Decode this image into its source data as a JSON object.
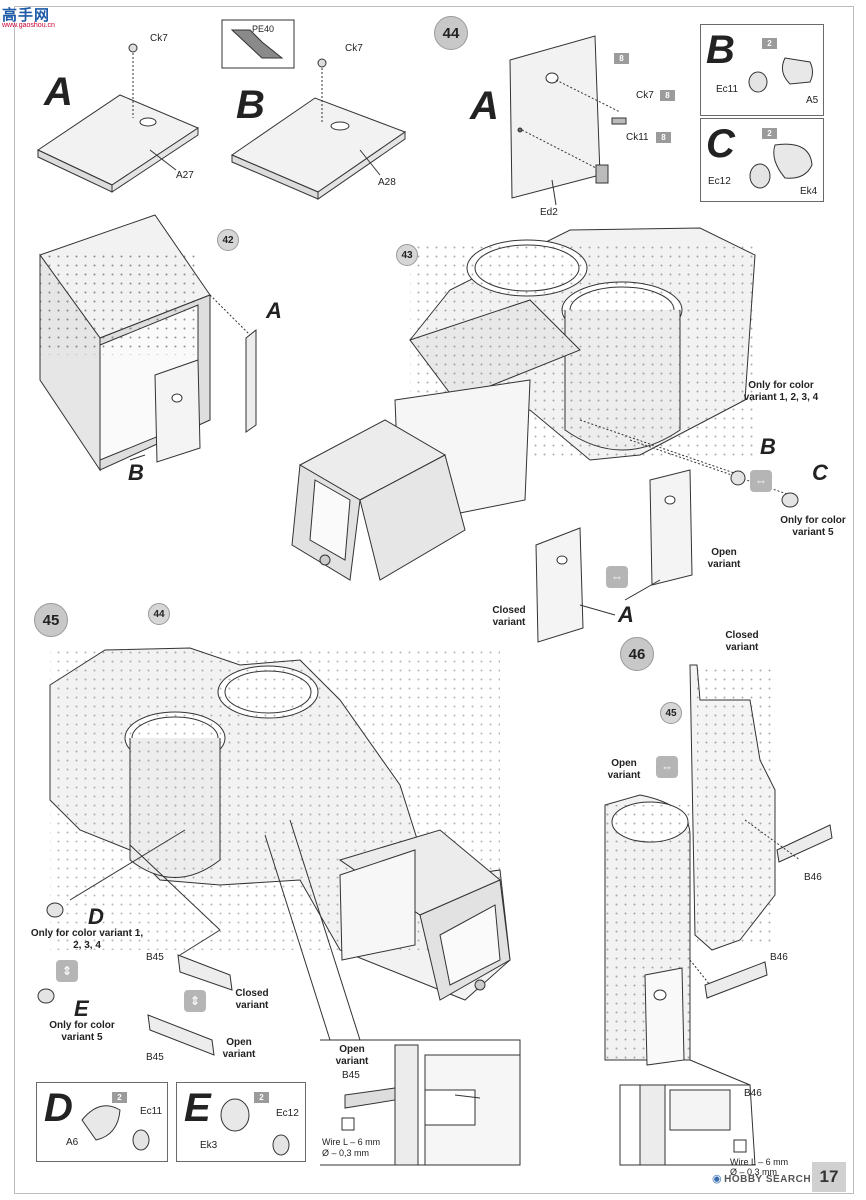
{
  "watermark": {
    "logo": "高手网",
    "url": "www.gaoshou.cn"
  },
  "steps": {
    "s44": "44",
    "s45": "45",
    "s46": "46"
  },
  "refs": {
    "r42": "42",
    "r43": "43",
    "r44": "44",
    "r45": "45"
  },
  "top_left": {
    "variant_a": "A",
    "variant_b": "B",
    "a_parts": {
      "ck7": "Ck7",
      "a27": "A27"
    },
    "b_parts": {
      "pe40": "PE40",
      "ck7": "Ck7",
      "a28": "A28"
    }
  },
  "step44": {
    "variant_a": "A",
    "parts": {
      "ck7": "Ck7",
      "ck11": "Ck11",
      "ed2": "Ed2"
    },
    "qty": {
      "q1": "8",
      "q2": "8",
      "q3": "8"
    }
  },
  "box_b": {
    "letter": "B",
    "qty": "2",
    "ec11": "Ec11",
    "a5": "A5"
  },
  "box_c": {
    "letter": "C",
    "qty": "2",
    "ec12": "Ec12",
    "ek4": "Ek4"
  },
  "step42_area": {
    "label_a": "A",
    "label_b": "B"
  },
  "step43_area": {
    "only_for_1234": "Only for color variant 1, 2, 3, 4",
    "label_b": "B",
    "label_c": "C",
    "only_for_5": "Only for color variant 5",
    "open_variant": "Open variant",
    "closed_variant": "Closed variant",
    "label_a": "A"
  },
  "step45_area": {
    "label_d": "D",
    "only_for_1234": "Only for color variant 1, 2, 3, 4",
    "label_e": "E",
    "only_for_5": "Only for color variant 5",
    "b45_closed": "B45",
    "closed_variant": "Closed variant",
    "b45_open": "B45",
    "open_variant": "Open variant"
  },
  "box_d": {
    "letter": "D",
    "qty": "2",
    "ec11": "Ec11",
    "a6": "A6"
  },
  "box_e": {
    "letter": "E",
    "qty": "2",
    "ec12": "Ec12",
    "ek3": "Ek3"
  },
  "detail_45": {
    "open_variant": "Open variant",
    "b45": "B45",
    "wire": "Wire L – 6 mm",
    "dia": "Ø – 0,3 mm"
  },
  "step46_area": {
    "closed_variant": "Closed variant",
    "open_variant": "Open variant",
    "b46_a": "B46",
    "b46_b": "B46",
    "b46_c": "B46",
    "wire": "Wire L – 6 mm",
    "dia": "Ø – 0,3 mm"
  },
  "footer": {
    "brand": "HOBBY SEARCH",
    "page": "17"
  },
  "colors": {
    "step_circle": "#c8c8c8",
    "qty_tag": "#9b9b9b",
    "line_art": "#333333",
    "part_fill": "#efefef"
  }
}
